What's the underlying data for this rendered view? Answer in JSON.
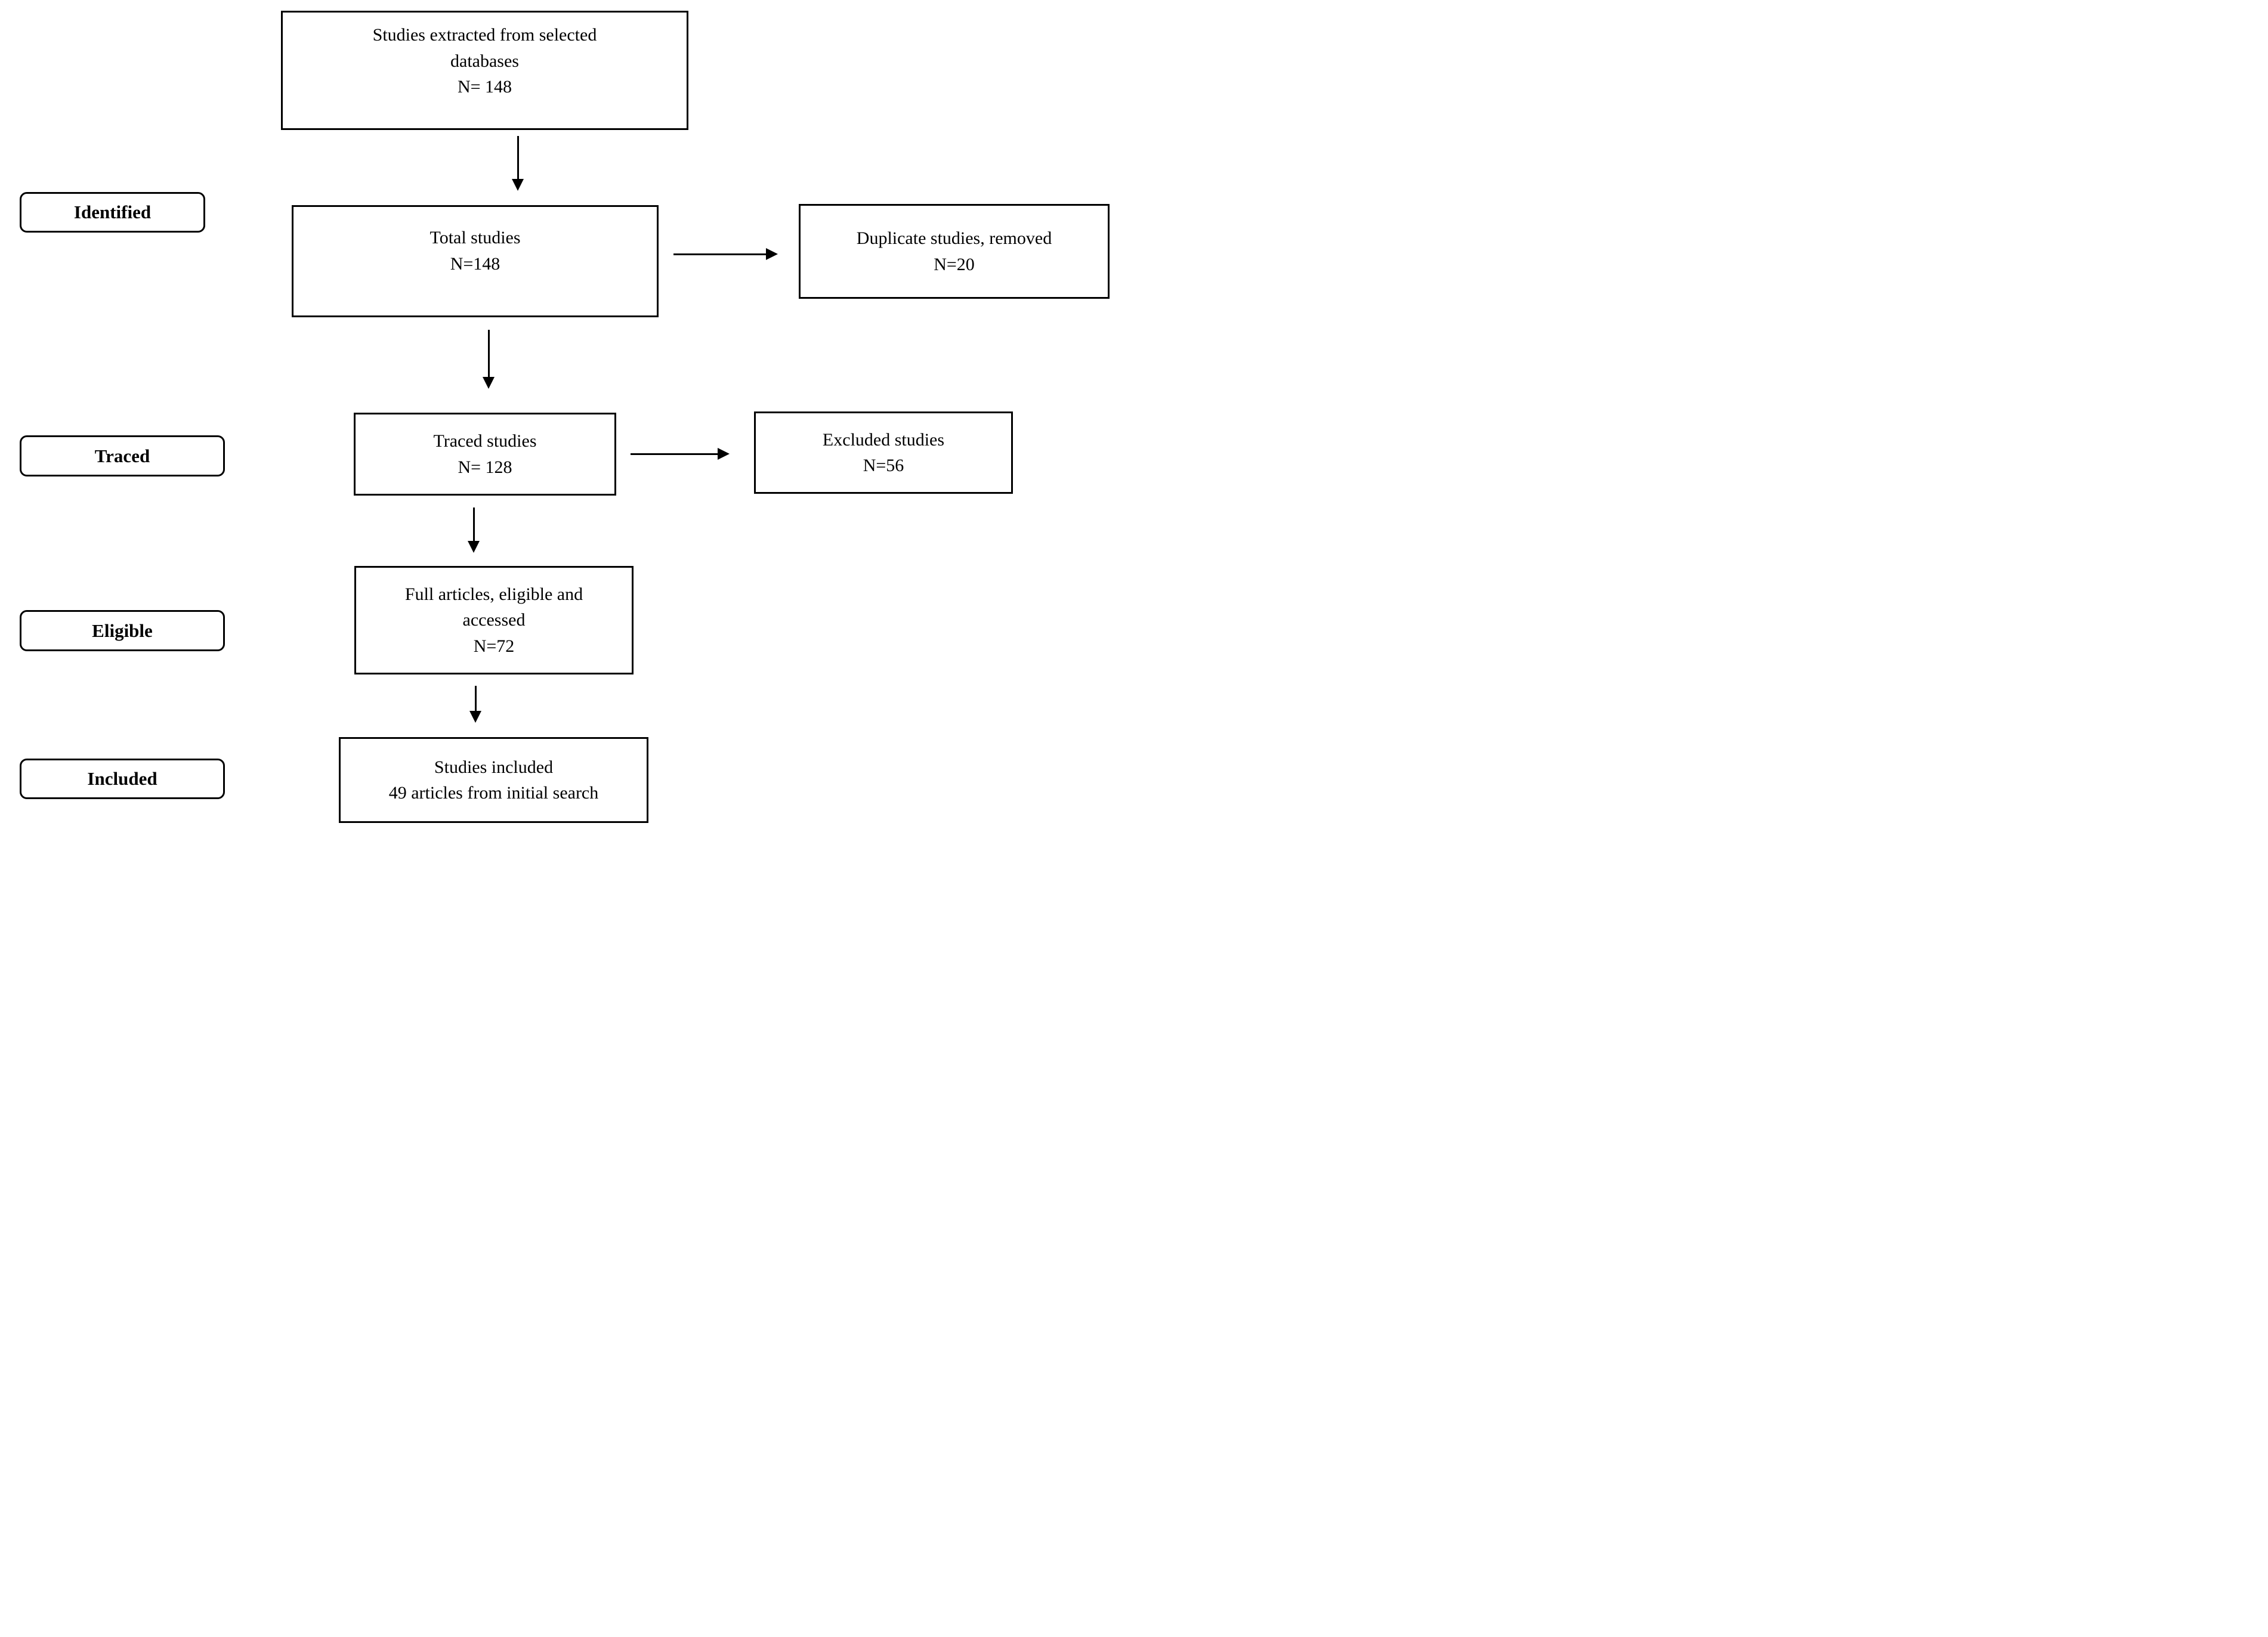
{
  "flowchart": {
    "stage_labels": {
      "identified": "Identified",
      "traced": "Traced",
      "eligible": "Eligible",
      "included": "Included"
    },
    "boxes": {
      "extracted": {
        "lines": [
          "Studies extracted from selected",
          "databases",
          "N= 148"
        ]
      },
      "total": {
        "lines": [
          "Total studies",
          "N=148"
        ]
      },
      "duplicate": {
        "lines": [
          "Duplicate studies, removed",
          "N=20"
        ]
      },
      "traced": {
        "lines": [
          "Traced studies",
          "N= 128"
        ]
      },
      "excluded": {
        "lines": [
          "Excluded studies",
          "N=56"
        ]
      },
      "eligible": {
        "lines": [
          "Full articles, eligible and",
          "accessed",
          "N=72"
        ]
      },
      "included": {
        "lines": [
          "Studies included",
          "49 articles from initial search"
        ]
      }
    },
    "colors": {
      "border": "#000000",
      "text": "#000000",
      "background": "#ffffff"
    }
  }
}
